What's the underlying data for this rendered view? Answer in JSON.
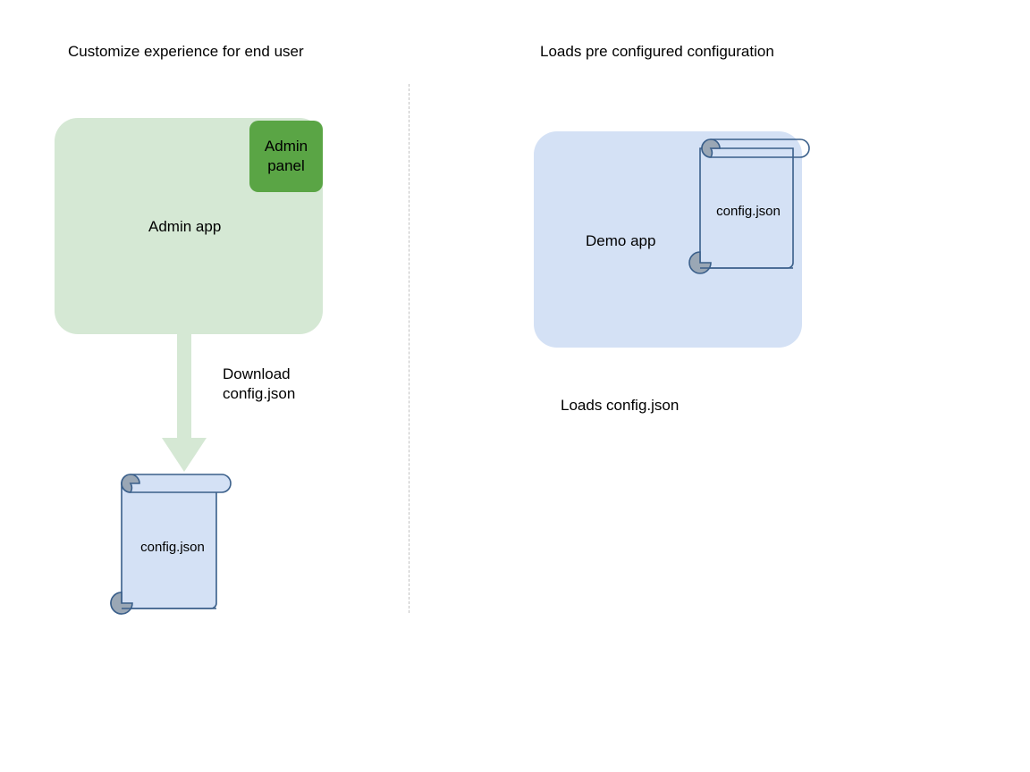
{
  "diagram": {
    "title_left": "Customize experience for end user",
    "title_right": "Loads pre configured configuration",
    "colors": {
      "admin_app_fill": "#d5e8d4",
      "admin_panel_fill": "#5aa545",
      "demo_app_fill": "#d4e1f5",
      "document_fill": "#d4e1f5",
      "document_stroke": "#3a5f8a",
      "document_curl_fill": "#9aa7b5",
      "arrow_fill": "#d5e8d4",
      "divider_stroke": "#b9b9b9",
      "text": "#000000"
    },
    "left_flow": {
      "app_label": "Admin app",
      "panel_label": "Admin\npanel",
      "arrow_label": "Download\nconfig.json",
      "document_label": "config.json"
    },
    "right_flow": {
      "app_label": "Demo app",
      "document_label": "config.json",
      "caption": "Loads config.json"
    }
  }
}
